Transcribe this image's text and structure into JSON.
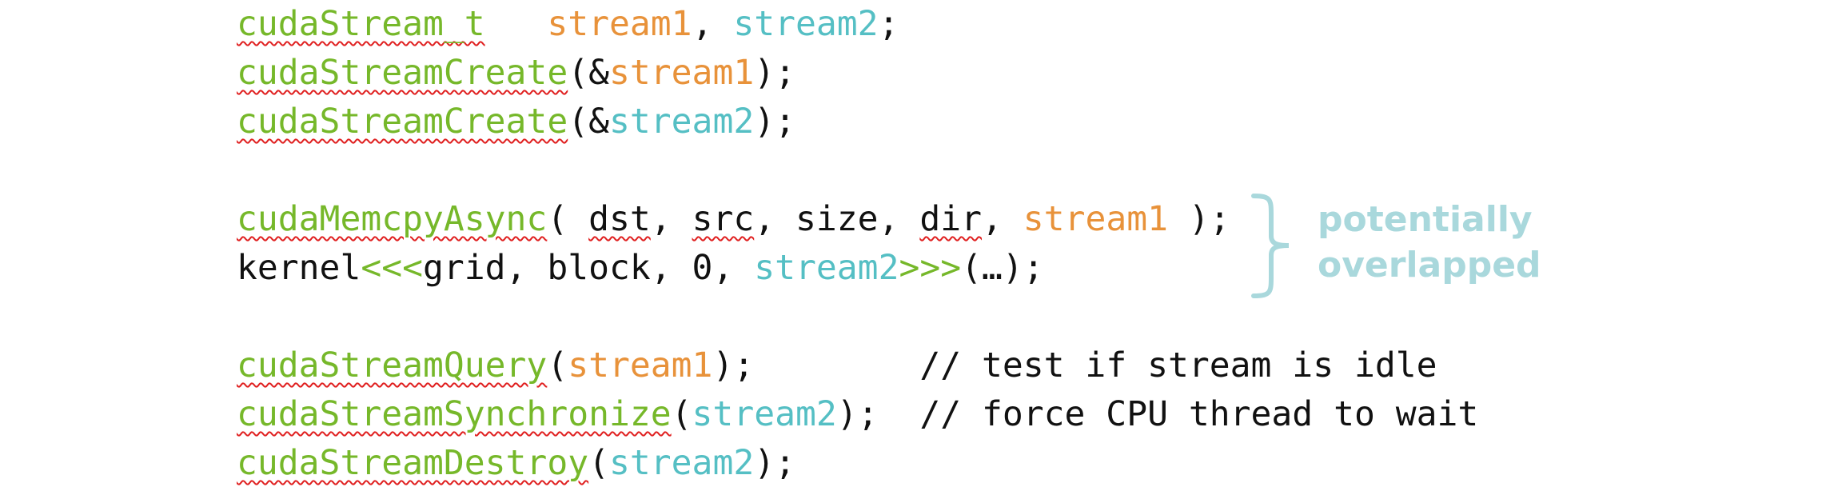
{
  "code": {
    "lines": [
      {
        "segments": [
          {
            "text": "cudaStream_t",
            "kind": "fn"
          },
          {
            "text": "   ",
            "kind": "plain"
          },
          {
            "text": "stream1",
            "kind": "orange"
          },
          {
            "text": ", ",
            "kind": "plain"
          },
          {
            "text": "stream2",
            "kind": "teal"
          },
          {
            "text": ";",
            "kind": "plain"
          }
        ]
      },
      {
        "segments": [
          {
            "text": "cudaStreamCreate",
            "kind": "fn"
          },
          {
            "text": "(&",
            "kind": "plain"
          },
          {
            "text": "stream1",
            "kind": "orange"
          },
          {
            "text": ");",
            "kind": "plain"
          }
        ]
      },
      {
        "segments": [
          {
            "text": "cudaStreamCreate",
            "kind": "fn"
          },
          {
            "text": "(&",
            "kind": "plain"
          },
          {
            "text": "stream2",
            "kind": "teal"
          },
          {
            "text": ");",
            "kind": "plain"
          }
        ]
      },
      {
        "blank": true
      },
      {
        "segments": [
          {
            "text": "cudaMemcpyAsync",
            "kind": "fn"
          },
          {
            "text": "( ",
            "kind": "plain"
          },
          {
            "text": "dst",
            "kind": "squig"
          },
          {
            "text": ", ",
            "kind": "plain"
          },
          {
            "text": "src",
            "kind": "squig"
          },
          {
            "text": ", size, ",
            "kind": "plain"
          },
          {
            "text": "dir",
            "kind": "squig"
          },
          {
            "text": ", ",
            "kind": "plain"
          },
          {
            "text": "stream1",
            "kind": "orange"
          },
          {
            "text": " );",
            "kind": "plain"
          }
        ]
      },
      {
        "segments": [
          {
            "text": "kernel",
            "kind": "plain"
          },
          {
            "text": "<<<",
            "kind": "green"
          },
          {
            "text": "grid, block, 0, ",
            "kind": "plain"
          },
          {
            "text": "stream2",
            "kind": "teal"
          },
          {
            "text": ">>>",
            "kind": "green"
          },
          {
            "text": "(…);",
            "kind": "plain"
          }
        ]
      },
      {
        "blank": true
      },
      {
        "segments": [
          {
            "text": "cudaStreamQuery",
            "kind": "fn"
          },
          {
            "text": "(",
            "kind": "plain"
          },
          {
            "text": "stream1",
            "kind": "orange"
          },
          {
            "text": ");        // test if stream is idle",
            "kind": "plain"
          }
        ]
      },
      {
        "segments": [
          {
            "text": "cudaStreamSynchronize",
            "kind": "fn"
          },
          {
            "text": "(",
            "kind": "plain"
          },
          {
            "text": "stream2",
            "kind": "teal"
          },
          {
            "text": ");  // force CPU thread to wait",
            "kind": "plain"
          }
        ]
      },
      {
        "segments": [
          {
            "text": "cudaStreamDestroy",
            "kind": "fn"
          },
          {
            "text": "(",
            "kind": "plain"
          },
          {
            "text": "stream2",
            "kind": "teal"
          },
          {
            "text": ");",
            "kind": "plain"
          }
        ]
      }
    ]
  },
  "annotation": {
    "line1": "potentially",
    "line2": "overlapped",
    "color": "#a9d8dc"
  },
  "colors": {
    "function": "#76b82a",
    "stream1": "#e8923a",
    "stream2": "#55bfc4"
  }
}
